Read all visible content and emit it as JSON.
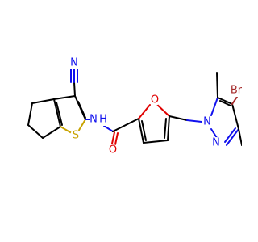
{
  "structure": {
    "atoms": {
      "n_nitrile": {
        "text": "N",
        "color": "#1010ee"
      },
      "n_amide": {
        "text": "N",
        "color": "#1010ee"
      },
      "h_amide": {
        "text": "H",
        "color": "#1010ee"
      },
      "s_thiophene": {
        "text": "S",
        "color": "#c8a300"
      },
      "o_carbonyl": {
        "text": "O",
        "color": "#e00000"
      },
      "o_furan": {
        "text": "O",
        "color": "#e00000"
      },
      "n1_pyrazole": {
        "text": "N",
        "color": "#1010ee"
      },
      "n2_pyrazole": {
        "text": "N",
        "color": "#1010ee"
      },
      "br": {
        "text": "Br",
        "color": "#a52a2a"
      }
    },
    "colors": {
      "carbon_bond": "#000000",
      "nitrogen": "#1010ee",
      "sulfur": "#c8a300",
      "oxygen": "#e00000",
      "bromine": "#a52a2a",
      "background": "#ffffff"
    }
  }
}
